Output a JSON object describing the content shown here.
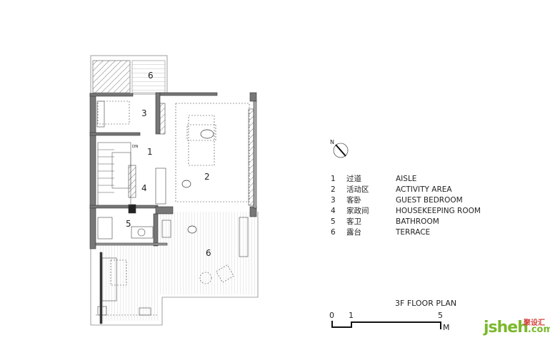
{
  "plan": {
    "title": "3F FLOOR PLAN",
    "room_numbers": [
      "1",
      "2",
      "3",
      "4",
      "5",
      "6",
      "6"
    ],
    "stair_label": "DN",
    "north_label": "N"
  },
  "legend": [
    {
      "num": "1",
      "cn": "过道",
      "en": "AISLE"
    },
    {
      "num": "2",
      "cn": "活动区",
      "en": "ACTIVITY AREA"
    },
    {
      "num": "3",
      "cn": "客卧",
      "en": "GUEST BEDROOM"
    },
    {
      "num": "4",
      "cn": "家政间",
      "en": "HOUSEKEEPING ROOM"
    },
    {
      "num": "5",
      "cn": "客卫",
      "en": "BATHROOM"
    },
    {
      "num": "6",
      "cn": "露台",
      "en": "TERRACE"
    }
  ],
  "scale": {
    "ticks": [
      "0",
      "1",
      "5"
    ],
    "unit": "M"
  },
  "watermark": {
    "main": "jsheh",
    "cn": "聚设汇",
    "suffix": ".com"
  }
}
